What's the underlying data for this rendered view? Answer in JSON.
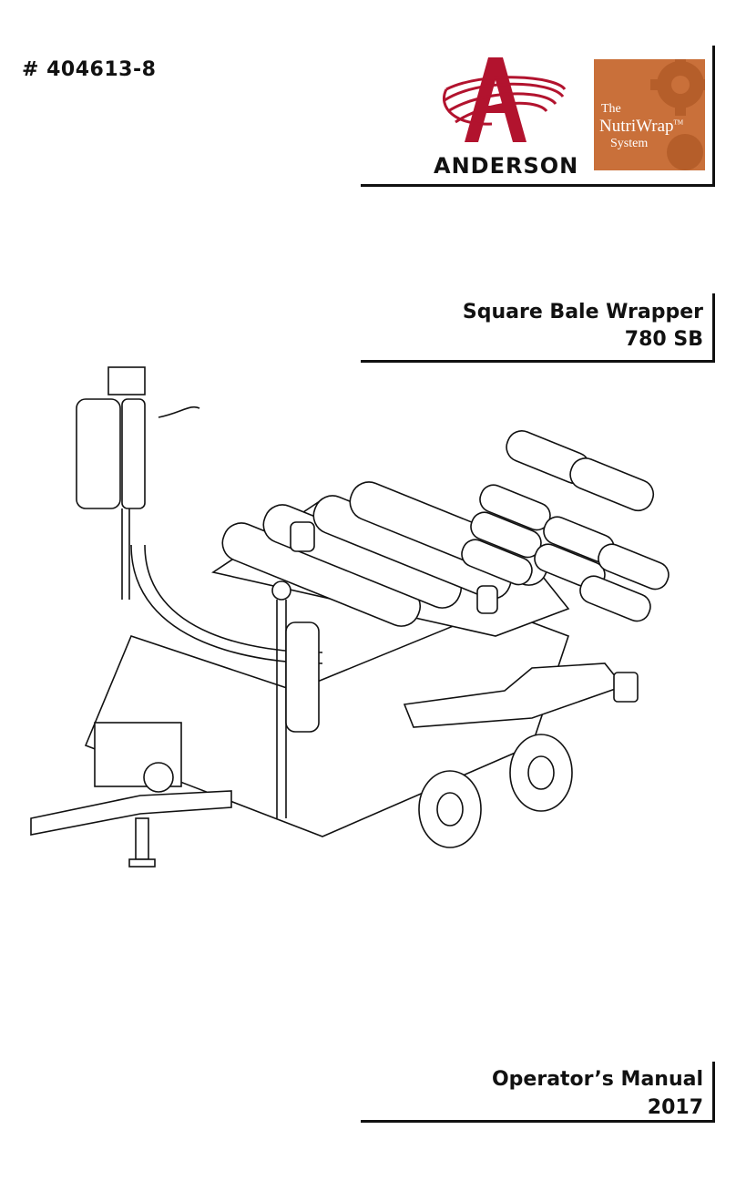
{
  "document": {
    "part_number": "# 404613-8",
    "brand": {
      "name": "ANDERSON",
      "colors": {
        "logo_red": "#b2132e",
        "nutri_orange": "#c9703a",
        "nutri_gear": "#b55e2a"
      }
    },
    "product_logo": {
      "line1": "The",
      "line2": "NutriWrap",
      "trademark": "TM",
      "line3": "System"
    },
    "title": {
      "line1": "Square Bale Wrapper",
      "line2": "780 SB"
    },
    "footer": {
      "line1": "Operator’s Manual",
      "line2": "2017"
    },
    "illustration": "bale-wrapper-line-drawing"
  }
}
